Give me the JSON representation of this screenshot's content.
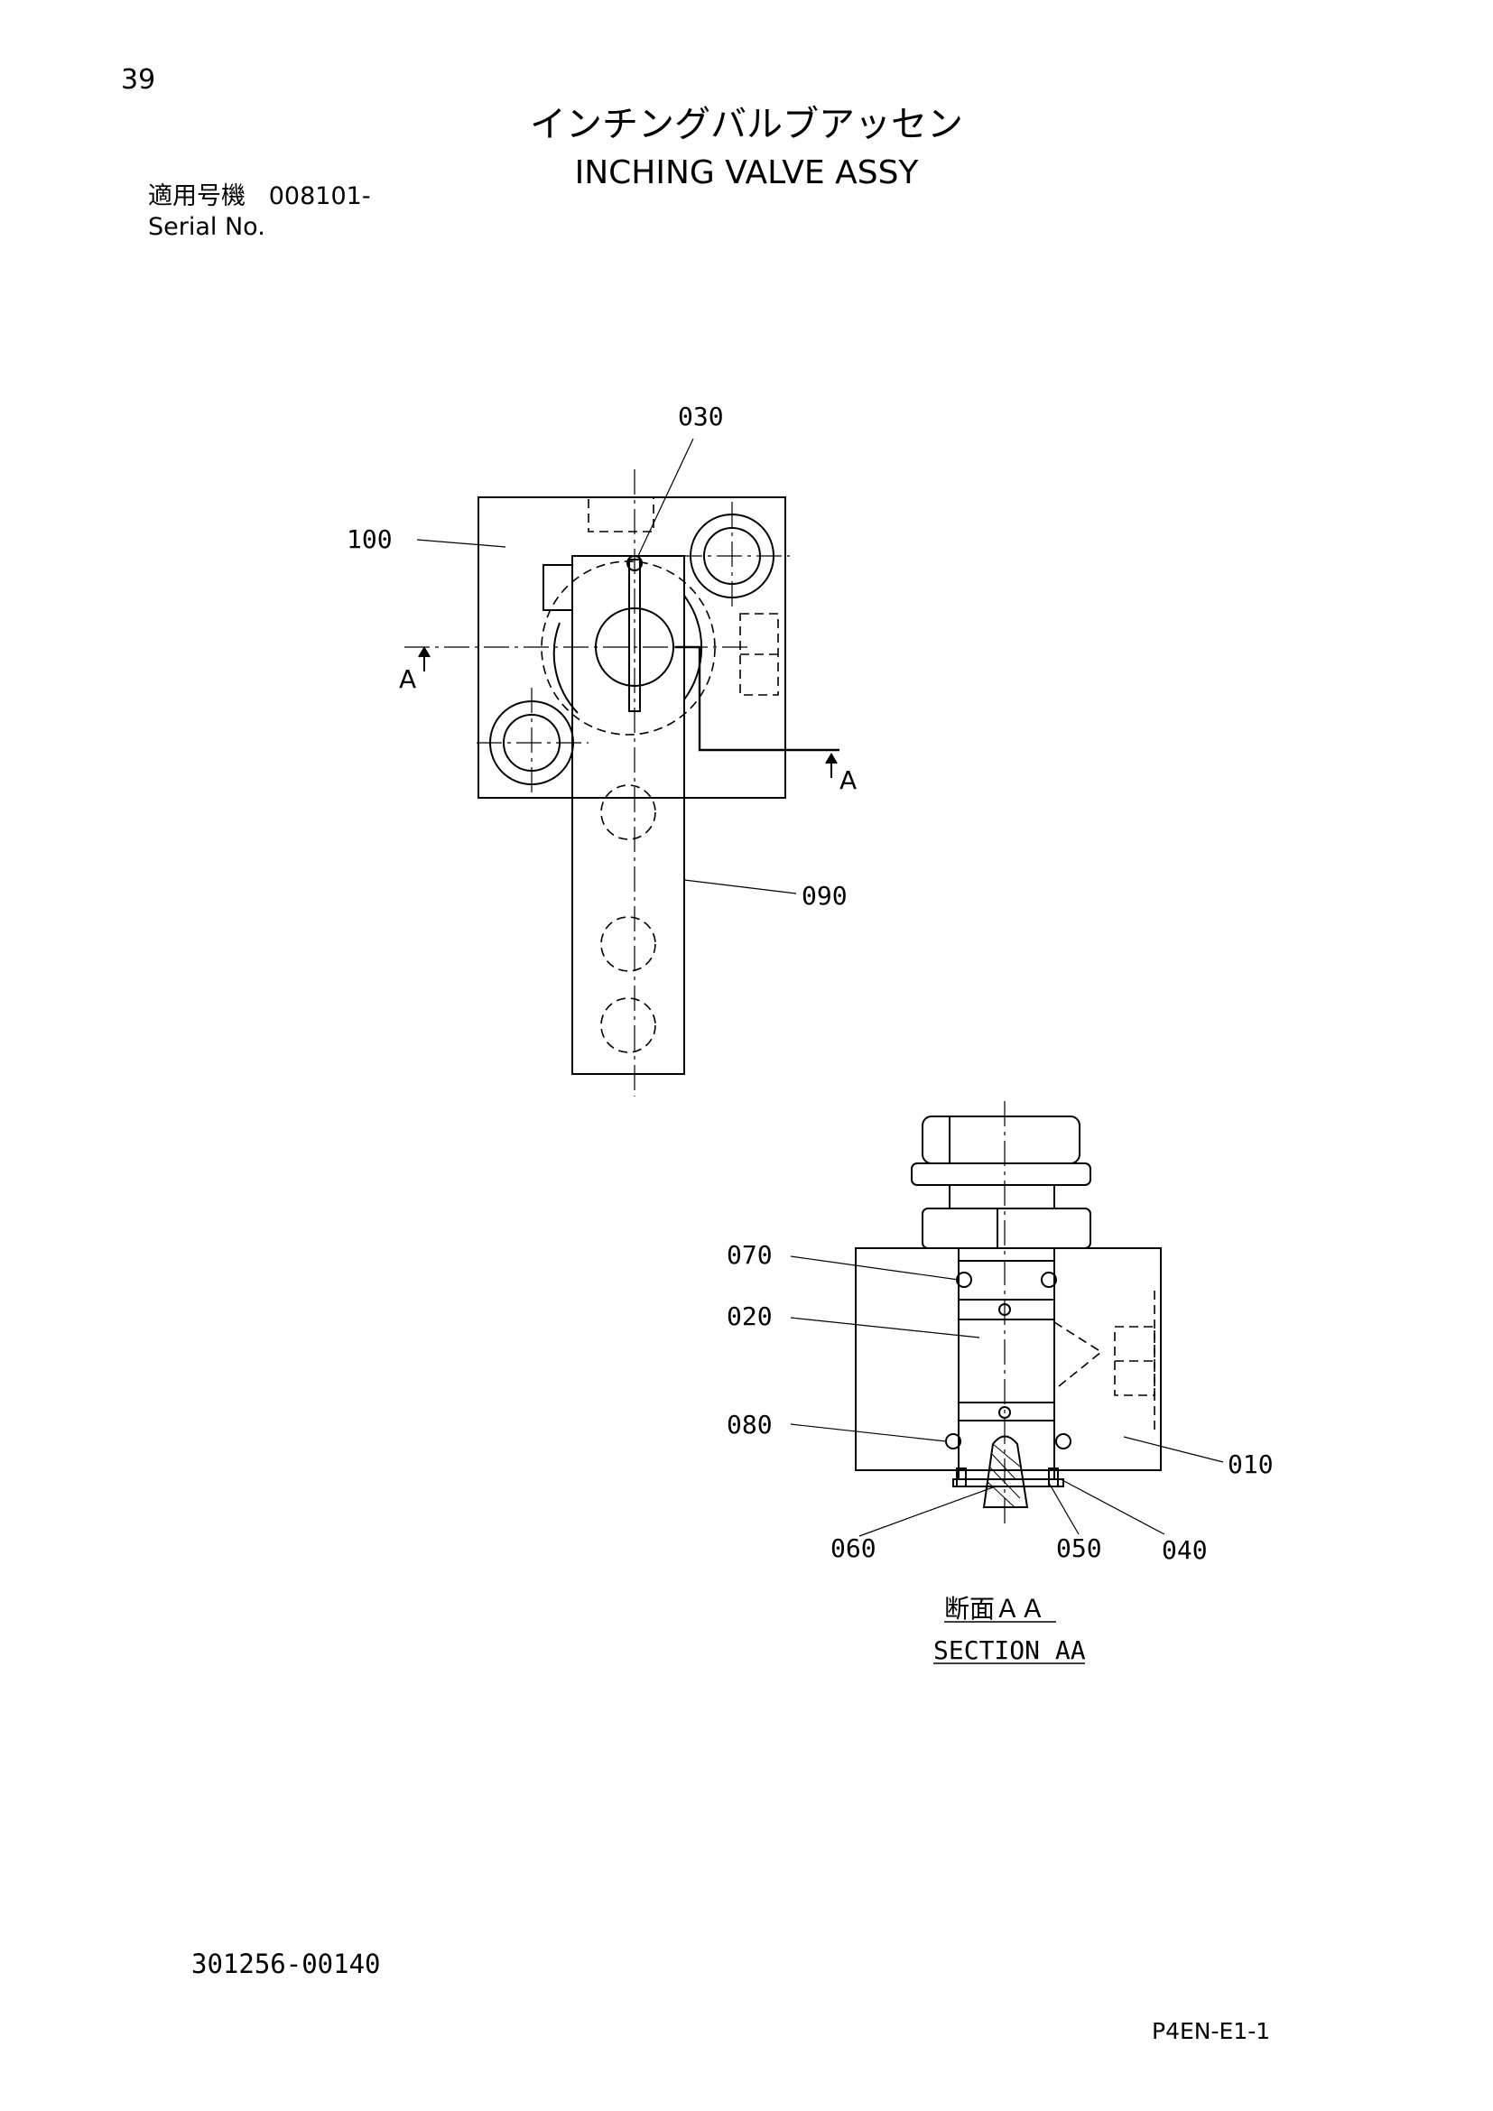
{
  "page": {
    "number": "39",
    "title_jp": "インチングバルブアッセン",
    "title_en": "INCHING VALVE ASSY",
    "serial_label_jp": "適用号機",
    "serial_value": "008101-",
    "serial_label_en": "Serial No.",
    "drawing_number": "301256-00140",
    "page_code": "P4EN-E1-1"
  },
  "diagram": {
    "part_labels": {
      "p030": "030",
      "p100": "100",
      "p090": "090",
      "p070": "070",
      "p020": "020",
      "p080": "080",
      "p010": "010",
      "p060": "060",
      "p050": "050",
      "p040": "040"
    },
    "section_markers": {
      "left": "A",
      "right": "A"
    },
    "section_caption_jp": "断面ＡＡ",
    "section_caption_en": "SECTION AA",
    "line_color": "#000000"
  }
}
